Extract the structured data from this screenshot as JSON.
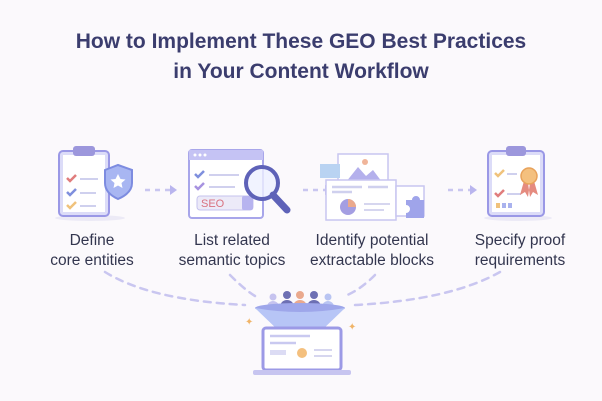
{
  "title": {
    "line1": "How to Implement These GEO Best Practices",
    "line2": "in Your Content Workflow"
  },
  "steps": [
    {
      "line1": "Define",
      "line2": "core entities",
      "icon": "clipboard-shield-icon"
    },
    {
      "line1": "List related",
      "line2": "semantic topics",
      "icon": "browser-search-icon"
    },
    {
      "line1": "Identify potential",
      "line2": "extractable blocks",
      "icon": "content-blocks-icon"
    },
    {
      "line1": "Specify proof",
      "line2": "requirements",
      "icon": "clipboard-award-icon"
    }
  ],
  "seo_label": "SEO",
  "colors": {
    "accent": "#8e8be0",
    "title": "#3b3d6e",
    "text": "#33364f"
  }
}
